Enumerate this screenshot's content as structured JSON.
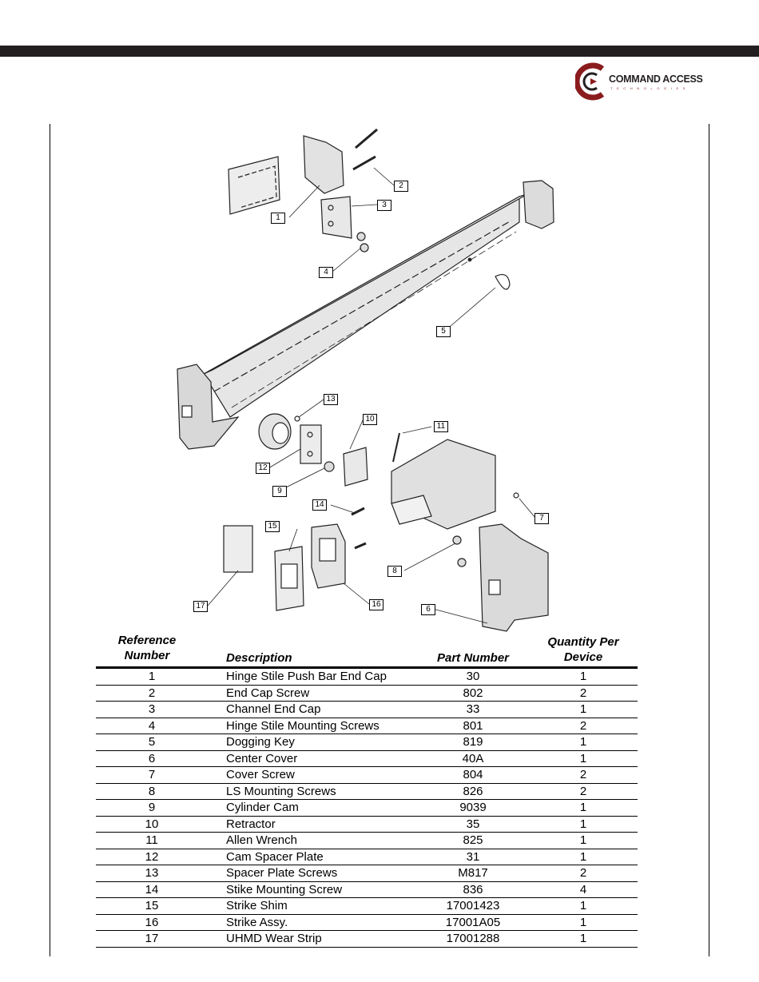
{
  "brand": {
    "name": "COMMAND ACCESS",
    "tagline": "TECHNOLOGIES",
    "primary_color": "#8a1c1e",
    "dark_color": "#231f20"
  },
  "diagram": {
    "callouts": [
      "1",
      "2",
      "3",
      "4",
      "5",
      "6",
      "7",
      "8",
      "9",
      "10",
      "11",
      "12",
      "13",
      "14",
      "15",
      "16",
      "17"
    ]
  },
  "parts_table": {
    "headers": {
      "reference": "Reference Number",
      "description": "Description",
      "part_number": "Part Number",
      "quantity": "Quantity Per Device"
    },
    "rows": [
      {
        "ref": "1",
        "description": "Hinge Stile Push Bar End Cap",
        "part_number": "30",
        "qty": "1"
      },
      {
        "ref": "2",
        "description": "End Cap Screw",
        "part_number": "802",
        "qty": "2"
      },
      {
        "ref": "3",
        "description": "Channel End Cap",
        "part_number": "33",
        "qty": "1"
      },
      {
        "ref": "4",
        "description": "Hinge Stile Mounting Screws",
        "part_number": "801",
        "qty": "2"
      },
      {
        "ref": "5",
        "description": "Dogging Key",
        "part_number": "819",
        "qty": "1"
      },
      {
        "ref": "6",
        "description": "Center Cover",
        "part_number": "40A",
        "qty": "1"
      },
      {
        "ref": "7",
        "description": "Cover Screw",
        "part_number": "804",
        "qty": "2"
      },
      {
        "ref": "8",
        "description": "LS Mounting Screws",
        "part_number": "826",
        "qty": "2"
      },
      {
        "ref": "9",
        "description": "Cylinder Cam",
        "part_number": "9039",
        "qty": "1"
      },
      {
        "ref": "10",
        "description": "Retractor",
        "part_number": "35",
        "qty": "1"
      },
      {
        "ref": "11",
        "description": "Allen Wrench",
        "part_number": "825",
        "qty": "1"
      },
      {
        "ref": "12",
        "description": "Cam Spacer Plate",
        "part_number": "31",
        "qty": "1"
      },
      {
        "ref": "13",
        "description": "Spacer Plate Screws",
        "part_number": "M817",
        "qty": "2"
      },
      {
        "ref": "14",
        "description": "Stike Mounting Screw",
        "part_number": "836",
        "qty": "4"
      },
      {
        "ref": "15",
        "description": "Strike Shim",
        "part_number": "17001423",
        "qty": "1"
      },
      {
        "ref": "16",
        "description": "Strike Assy.",
        "part_number": "17001A05",
        "qty": "1"
      },
      {
        "ref": "17",
        "description": "UHMD Wear Strip",
        "part_number": "17001288",
        "qty": "1"
      }
    ]
  }
}
